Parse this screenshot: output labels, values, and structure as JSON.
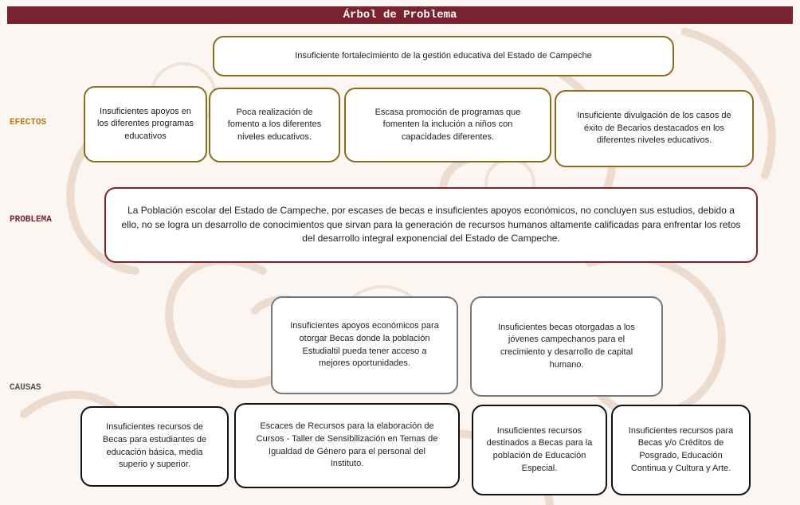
{
  "title": "Árbol de Problema",
  "labels": {
    "efectos": "EFECTOS",
    "problema": "PROBLEMA",
    "causas": "CAUSAS"
  },
  "top_effect": "Insuficiente fortalecimiento de la gestión educativa del Estado de Campeche",
  "effects": [
    "Insuficientes apoyos en los diferentes programas educativos",
    "Poca realización de fomento a los diferentes niveles educativos.",
    "Escasa promoción de programas que fomenten la inclución a niños con capacidades diferentes.",
    "Insuficiente divulgación de los casos de éxito de Becarios destacados en los diferentes niveles educativos."
  ],
  "problem": "La Población escolar del Estado de Campeche, por escases de becas e insuficientes apoyos económicos, no concluyen sus estudios, debido a ello, no se logra un desarrollo de conocimientos que sirvan para la generación de recursos humanos altamente calificadas para enfrentar los retos del desarrollo integral exponencial del Estado de Campeche.",
  "causes_primary": [
    "Insuficientes apoyos económicos para otorgar Becas donde la población Estudialtil pueda tener acceso a mejores oportunidades.",
    "Insuficientes becas otorgadas a los jóvenes campechanos para el crecimiento y desarrollo de capital humano."
  ],
  "causes_secondary": [
    "Insuficientes recursos de Becas para estudiantes de educación básica, media superio y superior.",
    "Escaces de Recursos para la elaboración de Cursos - Taller de Sensibilización en Temas de Igualdad de Género para el personal del Instituto.",
    "Insuficientes recursos destinados a Becas para la población de Educación Especial.",
    "Insuficientes recursos para Becas y/o Créditos de Posgrado, Educación Continua y Cultura y Arte."
  ],
  "colors": {
    "title_bar": "#7a2230",
    "efectos_label": "#b07d1a",
    "problema_label": "#7a2230",
    "causas_label": "#555555",
    "effect_border": "#8a6d1d",
    "problem_border": "#7a2230",
    "primary_cause_border": "#777777",
    "secondary_cause_border": "#111111",
    "background_pattern": "#ead8cb"
  }
}
